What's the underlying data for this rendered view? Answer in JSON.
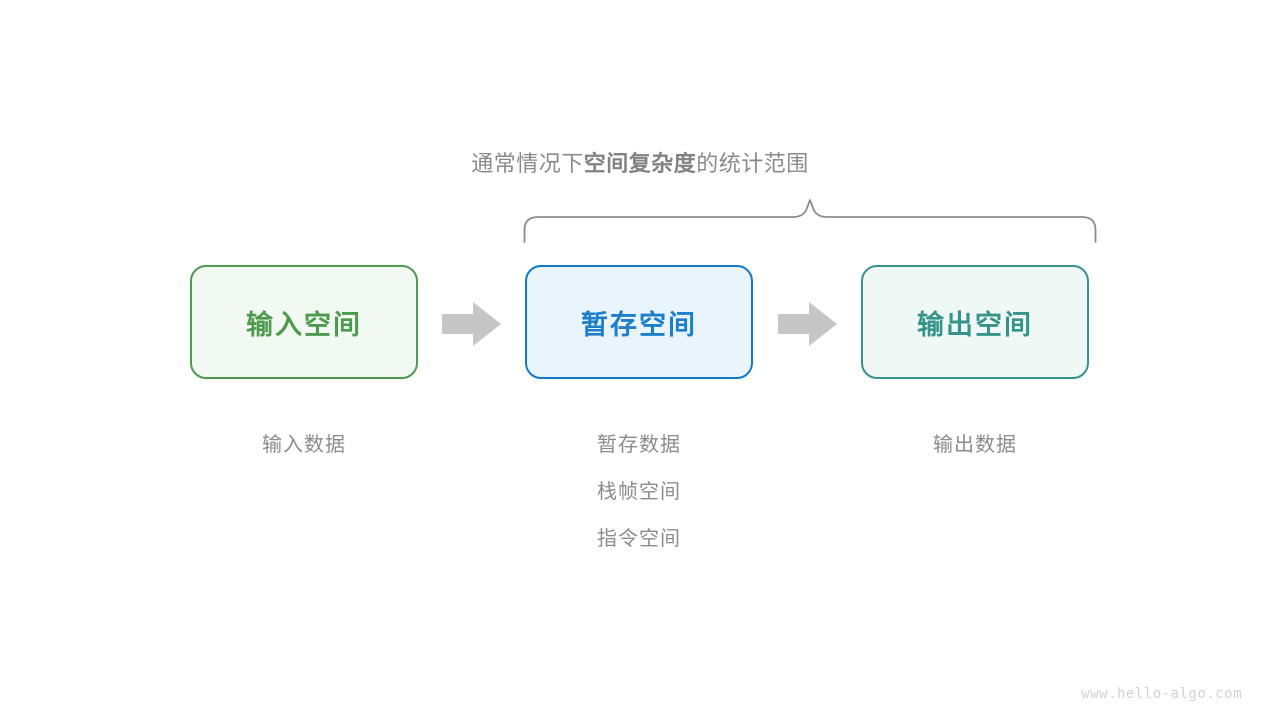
{
  "diagram": {
    "caption": {
      "prefix": "通常情况下",
      "emphasis": "空间复杂度",
      "suffix": "的统计范围"
    },
    "boxes": [
      {
        "id": "input-space",
        "label": "输入空间",
        "border_color": "#4e9a4e",
        "fill_color": "#f2f9f2",
        "text_color": "#4d9a4d",
        "sublabels": [
          "输入数据"
        ]
      },
      {
        "id": "temp-space",
        "label": "暂存空间",
        "border_color": "#1478c8",
        "fill_color": "#e9f4fd",
        "text_color": "#1d7fc9",
        "sublabels": [
          "暂存数据",
          "栈帧空间",
          "指令空间"
        ]
      },
      {
        "id": "output-space",
        "label": "输出空间",
        "border_color": "#36938c",
        "fill_color": "#f0f8f6",
        "text_color": "#35938b",
        "sublabels": [
          "输出数据"
        ]
      }
    ],
    "arrows": [
      {
        "id": "arrow-input-to-temp",
        "icon": "right-arrow-icon",
        "color": "#c6c6c6"
      },
      {
        "id": "arrow-temp-to-output",
        "icon": "right-arrow-icon",
        "color": "#c6c6c6"
      }
    ],
    "brace": {
      "icon": "curly-brace-icon",
      "color": "#8c8c8c",
      "spans": [
        "temp-space",
        "output-space"
      ]
    },
    "watermark": "www.hello-algo.com"
  }
}
